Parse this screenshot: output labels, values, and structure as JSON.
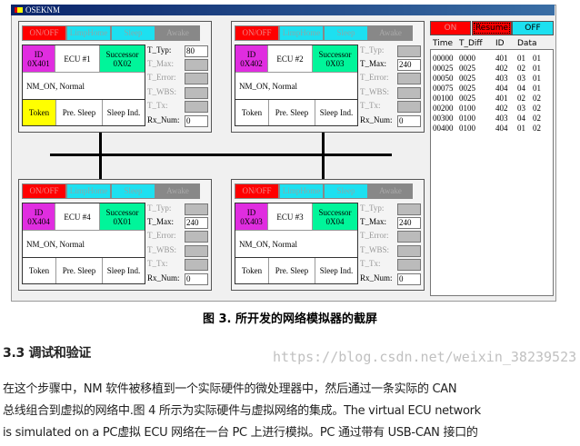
{
  "window": {
    "title": "OSEKNM"
  },
  "ecus": [
    {
      "name": "ECU #1",
      "id_label": "ID",
      "id": "0X401",
      "succ_label": "Successor",
      "succ": "0X02",
      "status": "NM_ON, Normal",
      "token_active": true,
      "fields": {
        "T_Typ": "80",
        "T_Max": "",
        "Rx_Num": "0"
      }
    },
    {
      "name": "ECU #2",
      "id_label": "ID",
      "id": "0X402",
      "succ_label": "Successor",
      "succ": "0X03",
      "status": "NM_ON, Normal",
      "token_active": false,
      "fields": {
        "T_Typ": "",
        "T_Max": "240",
        "Rx_Num": "0"
      }
    },
    {
      "name": "ECU #4",
      "id_label": "ID",
      "id": "0X404",
      "succ_label": "Successor",
      "succ": "0X01",
      "status": "NM_ON, Normal",
      "token_active": false,
      "fields": {
        "T_Typ": "",
        "T_Max": "240",
        "Rx_Num": "0"
      }
    },
    {
      "name": "ECU #3",
      "id_label": "ID",
      "id": "0X403",
      "succ_label": "Successor",
      "succ": "0X04",
      "status": "NM_ON, Normal",
      "token_active": false,
      "fields": {
        "T_Typ": "",
        "T_Max": "240",
        "Rx_Num": "0"
      }
    }
  ],
  "ecu_buttons": {
    "onoff": "ON/OFF",
    "limphome": "LimpHome",
    "sleep": "Sleep",
    "awake": "Awake"
  },
  "ecu_cells": {
    "token": "Token",
    "presleep": "Pre. Sleep",
    "sleepind": "Sleep Ind."
  },
  "ecu_labels": {
    "T_Typ": "T_Typ:",
    "T_Max": "T_Max:",
    "T_Error": "T_Error:",
    "T_WBS": "T_WBS:",
    "T_Tx": "T_Tx:",
    "Rx_Num": "Rx_Num:"
  },
  "monitor": {
    "buttons": {
      "on": "ON",
      "resume": "Resume",
      "off": "OFF"
    },
    "columns": [
      "Time",
      "T_Diff",
      "ID",
      "Data"
    ],
    "rows": [
      [
        "00000",
        "0000",
        "401",
        "01",
        "01"
      ],
      [
        "00025",
        "0025",
        "402",
        "02",
        "01"
      ],
      [
        "00050",
        "0025",
        "403",
        "03",
        "01"
      ],
      [
        "00075",
        "0025",
        "404",
        "04",
        "01"
      ],
      [
        "00100",
        "0025",
        "401",
        "02",
        "02"
      ],
      [
        "00200",
        "0100",
        "402",
        "03",
        "02"
      ],
      [
        "00300",
        "0100",
        "403",
        "04",
        "02"
      ],
      [
        "00400",
        "0100",
        "404",
        "01",
        "02"
      ]
    ]
  },
  "caption": "图 3. 所开发的网络模拟器的截屏",
  "heading": "3.3 调试和验证",
  "paragraph": [
    "在这个步骤中，NM 软件被移植到一个实际硬件的微处理器中，然后通过一条实际的 CAN",
    "总线组合到虚拟的网络中.图 4 所示为实际硬件与虚拟网络的集成。The virtual ECU network",
    "is simulated on a PC虚拟 ECU 网络在一台 PC 上进行模拟。PC 通过带有 USB-CAN 接口的"
  ],
  "watermark": "https://blog.csdn.net/weixin_38239523"
}
